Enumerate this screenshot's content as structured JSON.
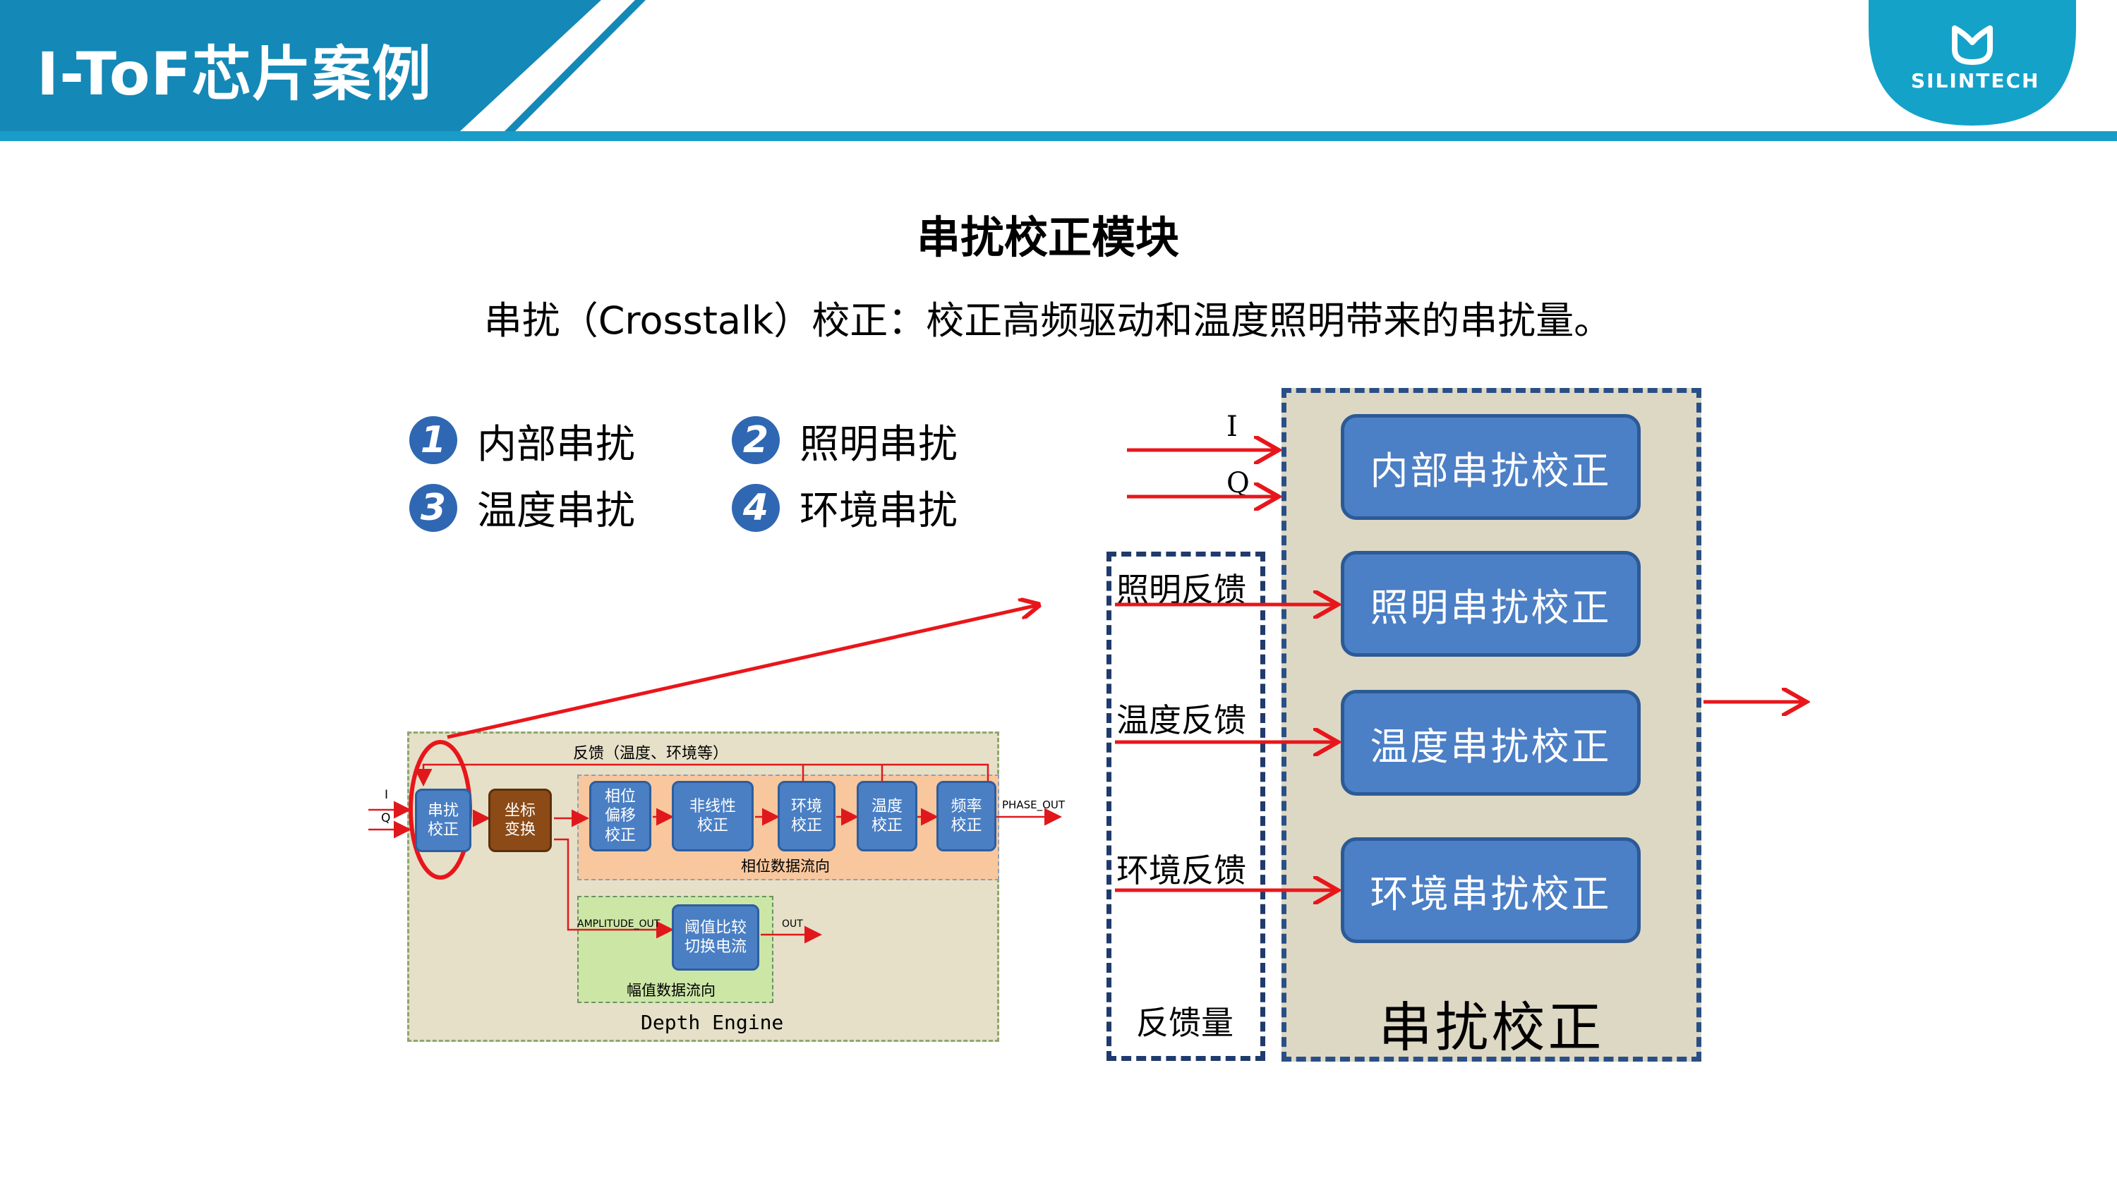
{
  "header": {
    "title": "I-ToF芯片案例",
    "logo_text": "SILINTECH",
    "colors": {
      "primary": "#1488b6",
      "accent": "#17a3d4",
      "stripe": "#1a9cc8"
    }
  },
  "section": {
    "title": "串扰校正模块",
    "subtitle": "串扰（Crosstalk）校正：校正高频驱动和温度照明带来的串扰量。"
  },
  "legend": [
    {
      "num": "1",
      "label": "内部串扰"
    },
    {
      "num": "2",
      "label": "照明串扰"
    },
    {
      "num": "3",
      "label": "温度串扰"
    },
    {
      "num": "4",
      "label": "环境串扰"
    }
  ],
  "depth_engine": {
    "feedback_label": "反馈（温度、环境等）",
    "input_i": "I",
    "input_q": "Q",
    "crosstalk_block": "串扰\n校正",
    "coord_block": "坐标\n变换",
    "phase_blocks": [
      "相位\n偏移\n校正",
      "非线性\n校正",
      "环境\n校正",
      "温度\n校正",
      "频率\n校正"
    ],
    "phase_out": "PHASE_OUT",
    "phase_flow": "相位数据流向",
    "amp_in": "AMPLITUDE_OUT",
    "threshold_block": "阈值比较\n切换电流",
    "amp_out": "OUT",
    "amp_flow": "幅值数据流向",
    "engine_label": "Depth Engine"
  },
  "crosstalk_diagram": {
    "input_i": "I",
    "input_q": "Q",
    "feedback": [
      "照明反馈",
      "温度反馈",
      "环境反馈"
    ],
    "feedback_caption": "反馈量",
    "blocks": [
      "内部串扰校正",
      "照明串扰校正",
      "温度串扰校正",
      "环境串扰校正"
    ],
    "main_label": "串扰校正"
  }
}
